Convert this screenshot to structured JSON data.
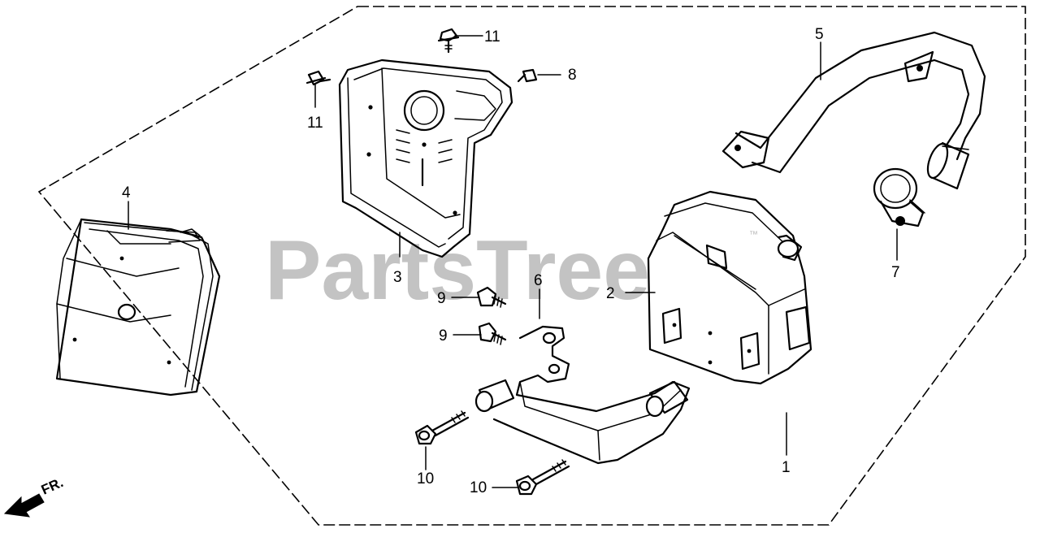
{
  "watermark": {
    "text": "PartsTree",
    "trademark": "™"
  },
  "direction_label": "FR.",
  "callouts": {
    "c1": "1",
    "c2": "2",
    "c3": "3",
    "c4": "4",
    "c5": "5",
    "c6": "6",
    "c7": "7",
    "c8": "8",
    "c9a": "9",
    "c9b": "9",
    "c10a": "10",
    "c10b": "10",
    "c11a": "11",
    "c11b": "11"
  }
}
